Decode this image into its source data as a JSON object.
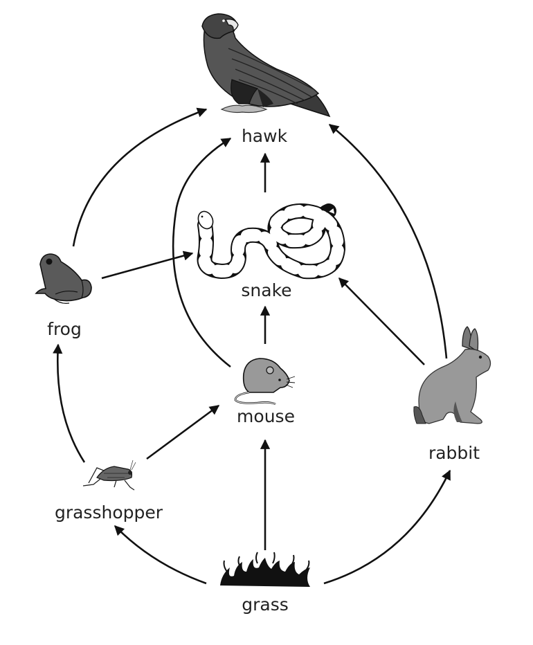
{
  "diagram": {
    "type": "food-web",
    "organisms": [
      {
        "id": "hawk",
        "label": "hawk",
        "icon": "hawk-icon"
      },
      {
        "id": "snake",
        "label": "snake",
        "icon": "snake-icon"
      },
      {
        "id": "frog",
        "label": "frog",
        "icon": "frog-icon"
      },
      {
        "id": "mouse",
        "label": "mouse",
        "icon": "mouse-icon"
      },
      {
        "id": "rabbit",
        "label": "rabbit",
        "icon": "rabbit-icon"
      },
      {
        "id": "grasshopper",
        "label": "grasshopper",
        "icon": "grasshopper-icon"
      },
      {
        "id": "grass",
        "label": "grass",
        "icon": "grass-icon"
      }
    ],
    "arrows": [
      {
        "from": "grass",
        "to": "grasshopper"
      },
      {
        "from": "grass",
        "to": "mouse"
      },
      {
        "from": "grass",
        "to": "rabbit"
      },
      {
        "from": "grasshopper",
        "to": "frog"
      },
      {
        "from": "grasshopper",
        "to": "mouse"
      },
      {
        "from": "frog",
        "to": "hawk"
      },
      {
        "from": "frog",
        "to": "snake"
      },
      {
        "from": "mouse",
        "to": "snake"
      },
      {
        "from": "mouse",
        "to": "hawk"
      },
      {
        "from": "snake",
        "to": "hawk"
      },
      {
        "from": "rabbit",
        "to": "snake"
      },
      {
        "from": "rabbit",
        "to": "hawk"
      }
    ]
  }
}
